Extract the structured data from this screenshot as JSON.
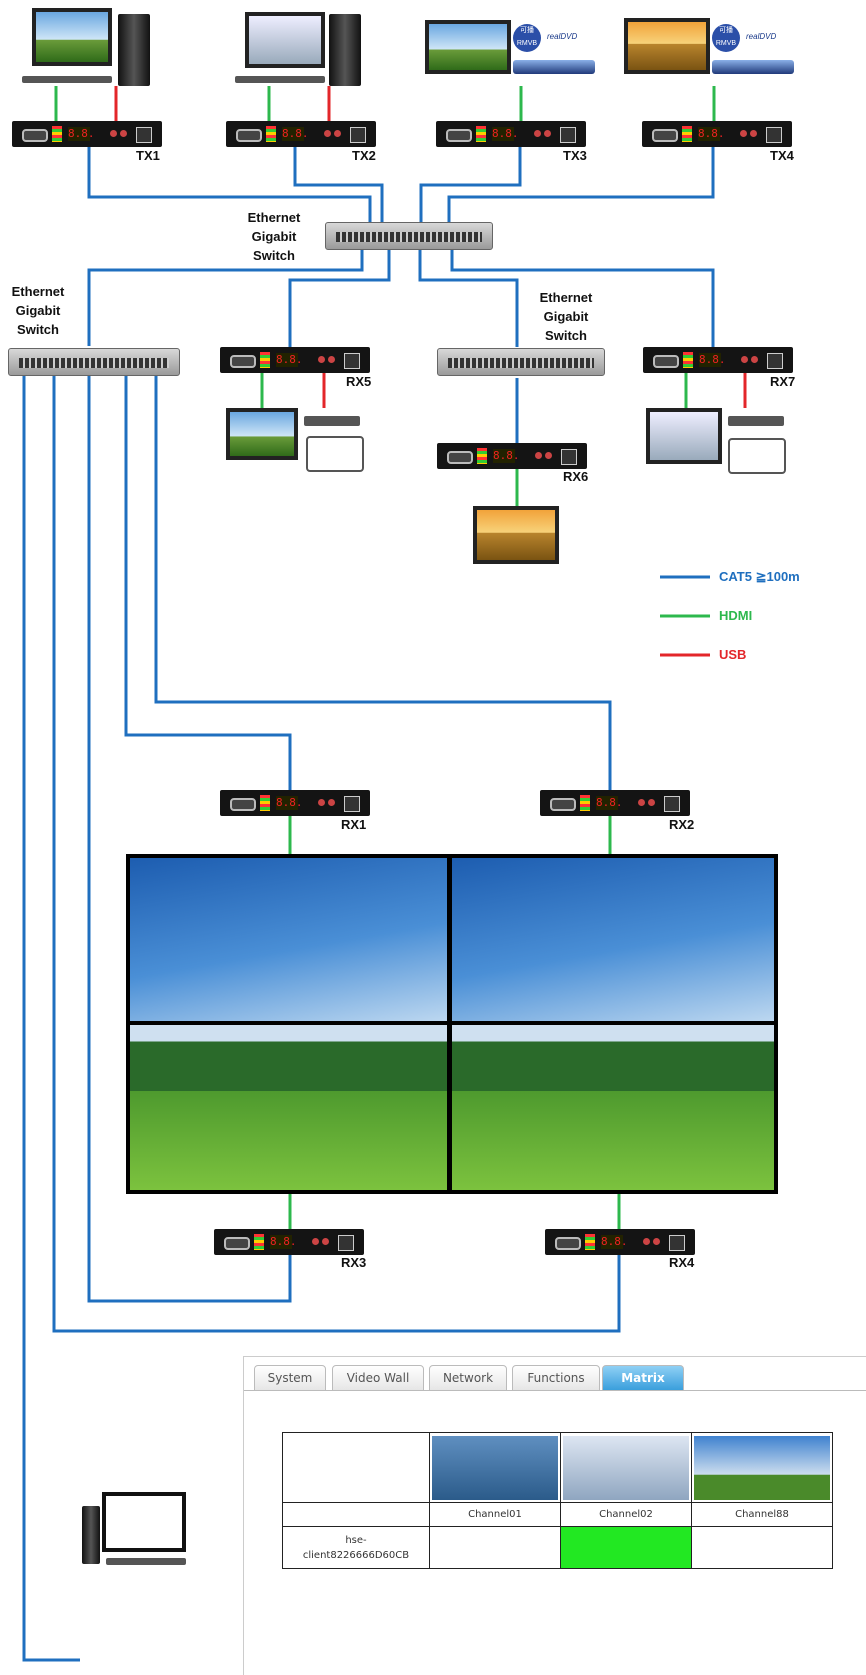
{
  "devices": {
    "tx1": "TX1",
    "tx2": "TX2",
    "tx3": "TX3",
    "tx4": "TX4",
    "rx1": "RX1",
    "rx2": "RX2",
    "rx3": "RX3",
    "rx4": "RX4",
    "rx5": "RX5",
    "rx6": "RX6",
    "rx7": "RX7"
  },
  "switches": {
    "switch_top": "Ethernet\nGigabit\nSwitch",
    "switch_left": "Ethernet\nGigabit\nSwitch",
    "switch_mid": "Ethernet\nGigabit\nSwitch"
  },
  "legend": {
    "cat5": "CAT5 ≧100m",
    "hdmi": "HDMI",
    "usb": "USB",
    "colors": {
      "cat5": "#1f6fbf",
      "hdmi": "#2db84d",
      "usb": "#e3262a"
    }
  },
  "tv_labels": {
    "badge": "可播\nRMVB",
    "realdvd": "realDVD"
  },
  "segment_display": "8.8.",
  "ui": {
    "tabs": [
      "System",
      "Video Wall",
      "Network",
      "Functions",
      "Matrix"
    ],
    "active_tab": "Matrix",
    "channels": [
      "Channel01",
      "Channel02",
      "Channel88"
    ],
    "rows": [
      {
        "client": "hse-\nclient8226666D60CB",
        "active_channel": "Channel02"
      }
    ]
  }
}
